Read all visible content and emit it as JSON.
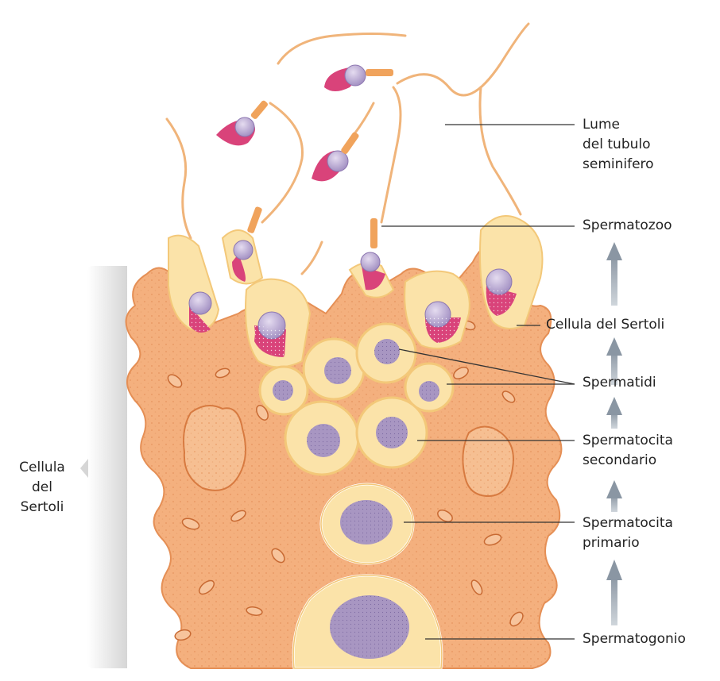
{
  "labels": {
    "lumen": [
      "Lume",
      "del tubulo",
      "seminifero"
    ],
    "spermatozoon": "Spermatozoo",
    "sertoli_right": "Cellula del Sertoli",
    "spermatids": "Spermatidi",
    "secondary_spermatocyte": [
      "Spermatocita",
      "secondario"
    ],
    "primary_spermatocyte": [
      "Spermatocita",
      "primario"
    ],
    "spermatogonium": "Spermatogonio",
    "sertoli_left": [
      "Cellula",
      "del",
      "Sertoli"
    ]
  },
  "colors": {
    "sertoli_fill": "#f4b07e",
    "sertoli_stroke": "#e58f55",
    "germ_cell_fill": "#fbe3a9",
    "germ_cell_stroke": "#f3c879",
    "nucleus": "#a896c2",
    "acrosome_pink": "#d9437a",
    "tail": "#f0a35c",
    "arrow_gray": "#8a96a3",
    "bracket_gray": "#dcdcdc"
  }
}
